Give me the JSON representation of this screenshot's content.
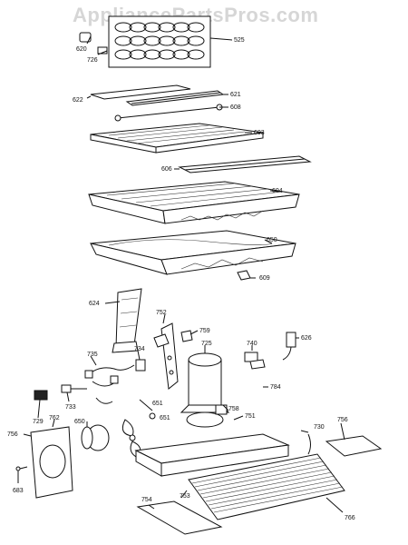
{
  "watermark": "AppliancePartsPros.com",
  "parts": [
    {
      "key": "p620",
      "label": "620"
    },
    {
      "key": "p726",
      "label": "726"
    },
    {
      "key": "p525",
      "label": "525"
    },
    {
      "key": "p622",
      "label": "622"
    },
    {
      "key": "p621",
      "label": "621"
    },
    {
      "key": "p608",
      "label": "608"
    },
    {
      "key": "p603",
      "label": "603"
    },
    {
      "key": "p606",
      "label": "606"
    },
    {
      "key": "p604",
      "label": "604"
    },
    {
      "key": "p650",
      "label": "650"
    },
    {
      "key": "p609",
      "label": "609"
    },
    {
      "key": "p624",
      "label": "624"
    },
    {
      "key": "p752",
      "label": "752"
    },
    {
      "key": "p759",
      "label": "759"
    },
    {
      "key": "p725",
      "label": "725"
    },
    {
      "key": "p740",
      "label": "740"
    },
    {
      "key": "p626",
      "label": "626"
    },
    {
      "key": "p735",
      "label": "735"
    },
    {
      "key": "p734",
      "label": "734"
    },
    {
      "key": "p784",
      "label": "784"
    },
    {
      "key": "p733",
      "label": "733"
    },
    {
      "key": "p729",
      "label": "729"
    },
    {
      "key": "p762",
      "label": "762"
    },
    {
      "key": "p651a",
      "label": "651"
    },
    {
      "key": "p651b",
      "label": "651"
    },
    {
      "key": "p650b",
      "label": "650"
    },
    {
      "key": "p758",
      "label": "758"
    },
    {
      "key": "p751",
      "label": "751"
    },
    {
      "key": "p730",
      "label": "730"
    },
    {
      "key": "p756a",
      "label": "756"
    },
    {
      "key": "p756b",
      "label": "756"
    },
    {
      "key": "p683",
      "label": "683"
    },
    {
      "key": "p754",
      "label": "754"
    },
    {
      "key": "p753",
      "label": "753"
    },
    {
      "key": "p766",
      "label": "766"
    }
  ]
}
